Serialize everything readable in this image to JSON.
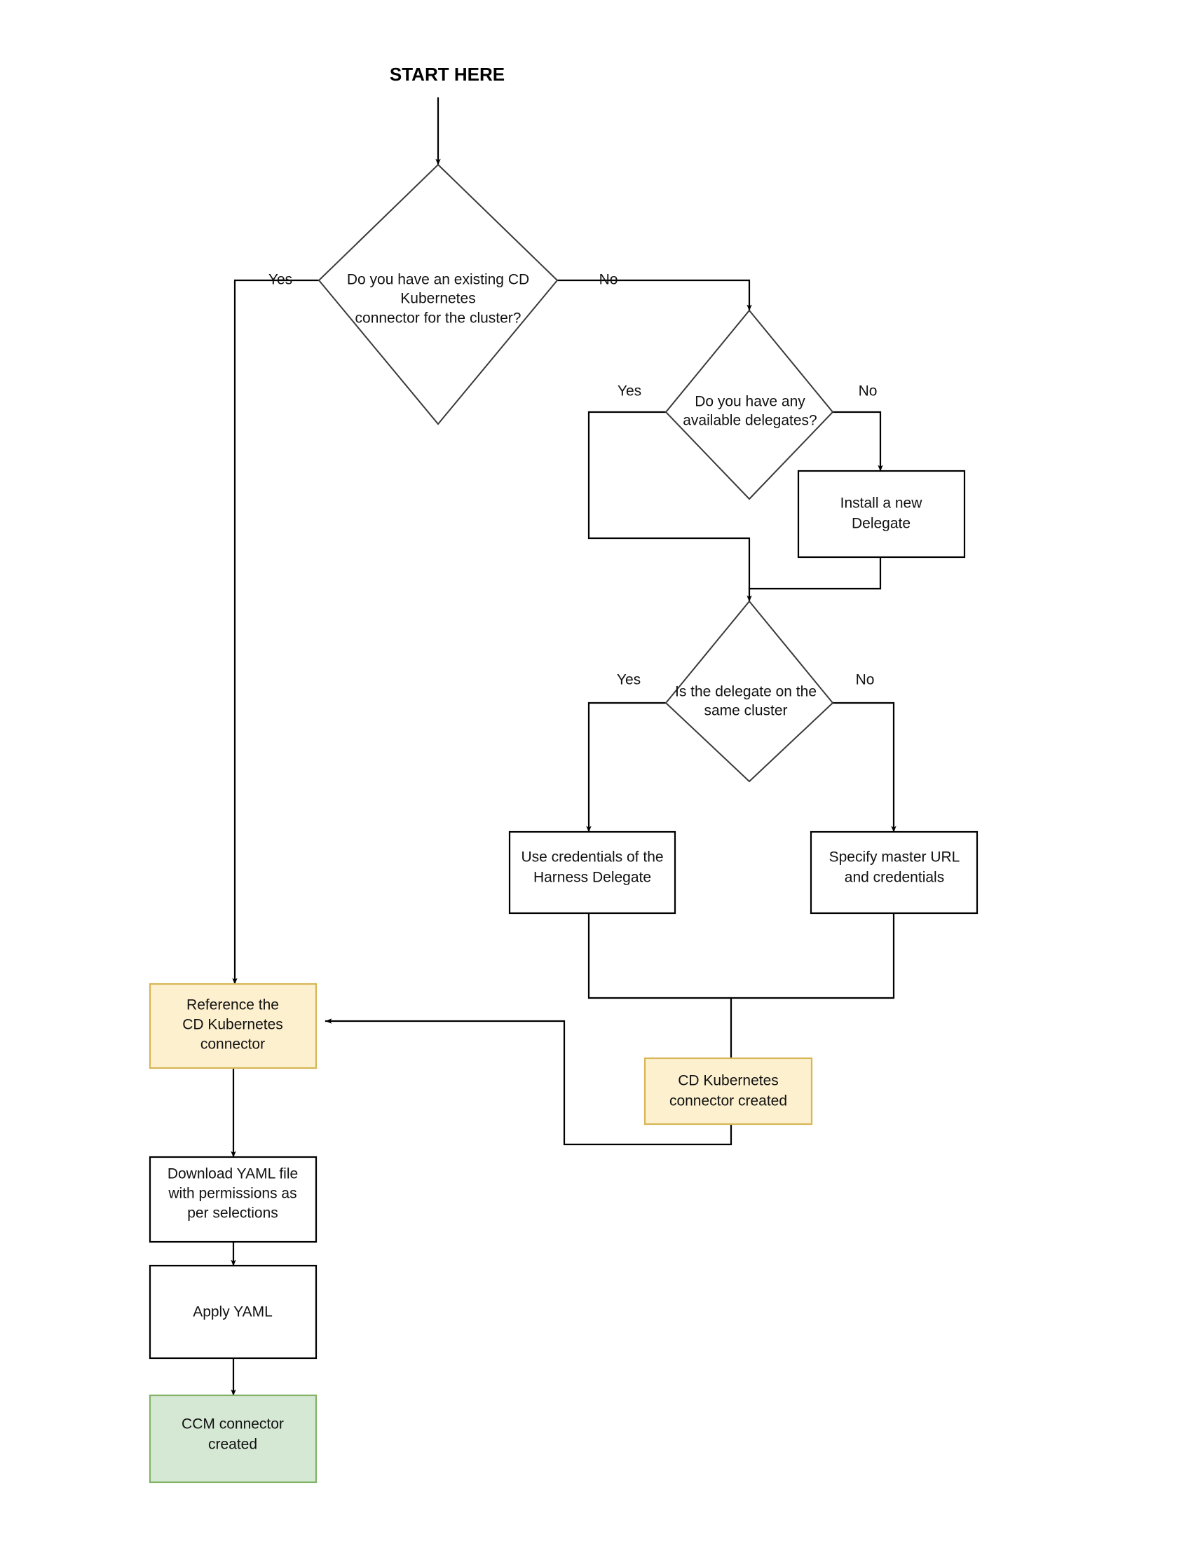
{
  "diagram": {
    "title": "START HERE",
    "type": "flowchart",
    "colors": {
      "highlight_fill": "#fdf0ce",
      "highlight_stroke": "#d6b656",
      "success_fill": "#d5e8d4",
      "success_stroke": "#82b366",
      "default_fill": "#ffffff",
      "default_stroke": "#000000",
      "line": "#000000",
      "text": "#111111"
    },
    "nodes": [
      {
        "id": "start",
        "kind": "label",
        "lines": [
          "START HERE"
        ]
      },
      {
        "id": "d1",
        "kind": "decision",
        "lines": [
          "Do you have an existing CD",
          "Kubernetes",
          "connector for the cluster?"
        ]
      },
      {
        "id": "d2",
        "kind": "decision",
        "lines": [
          "Do you have any",
          "available delegates?"
        ]
      },
      {
        "id": "d3",
        "kind": "decision",
        "lines": [
          "Is the delegate on the",
          "same cluster"
        ]
      },
      {
        "id": "install_delegate",
        "kind": "process",
        "lines": [
          "Install a new",
          "Delegate"
        ]
      },
      {
        "id": "use_credentials",
        "kind": "process",
        "lines": [
          "Use credentials of the",
          "Harness Delegate"
        ]
      },
      {
        "id": "specify_master_url",
        "kind": "process",
        "lines": [
          "Specify master URL",
          "and credentials"
        ]
      },
      {
        "id": "reference_connector",
        "kind": "highlight",
        "lines": [
          "Reference the",
          "CD Kubernetes",
          "connector"
        ]
      },
      {
        "id": "connector_created",
        "kind": "highlight",
        "lines": [
          "CD Kubernetes",
          "connector created"
        ]
      },
      {
        "id": "download_yaml",
        "kind": "process",
        "lines": [
          "Download YAML file",
          "with permissions as",
          "per selections"
        ]
      },
      {
        "id": "apply_yaml",
        "kind": "process",
        "lines": [
          "Apply YAML"
        ]
      },
      {
        "id": "ccm_created",
        "kind": "success",
        "lines": [
          "CCM connector",
          "created"
        ]
      }
    ],
    "edge_labels": {
      "d1_yes": "Yes",
      "d1_no": "No",
      "d2_yes": "Yes",
      "d2_no": "No",
      "d3_yes": "Yes",
      "d3_no": "No"
    }
  }
}
